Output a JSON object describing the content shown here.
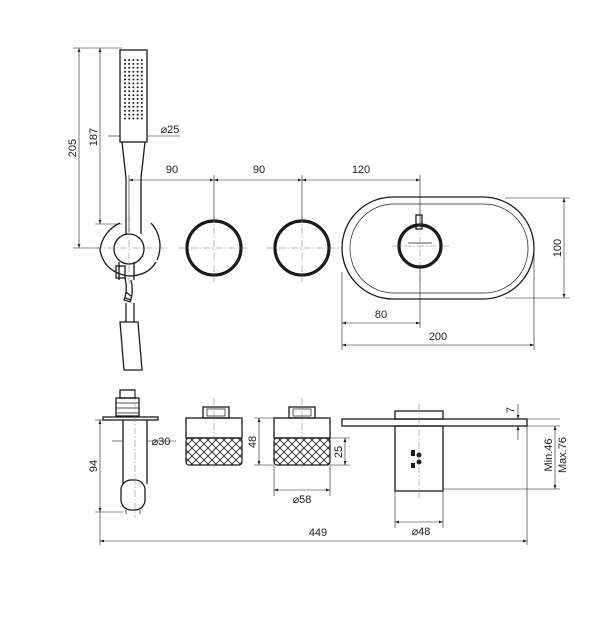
{
  "dimensions": {
    "hand_shower_total_height": "205",
    "hand_shower_head_height": "187",
    "hand_shower_diameter": "⌀25",
    "spacing_left": "90",
    "spacing_mid": "90",
    "spacing_right": "120",
    "plate_height": "100",
    "plate_half_width": "80",
    "plate_width": "200",
    "holder_pipe_diameter": "⌀30",
    "holder_depth": "94",
    "knob_height": "48",
    "knob_knurl_height": "25",
    "knob_diameter": "⌀58",
    "plate_thickness": "7",
    "mixer_depth_min": "Min.46",
    "mixer_depth_max": "Max.76",
    "mixer_body_diameter": "⌀48",
    "overall_width": "449"
  }
}
